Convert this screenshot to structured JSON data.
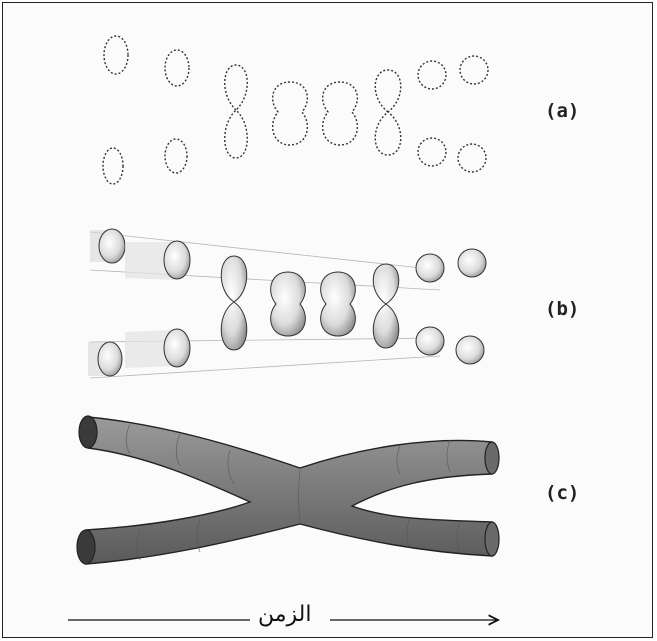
{
  "panels": {
    "a": "(a)",
    "b": "(b)",
    "c": "(c)"
  },
  "time_axis": {
    "label": "الزمن"
  },
  "colors": {
    "outline": "#333333",
    "tube_fill": "#8a8a8a",
    "background": "#fbfbfb"
  }
}
